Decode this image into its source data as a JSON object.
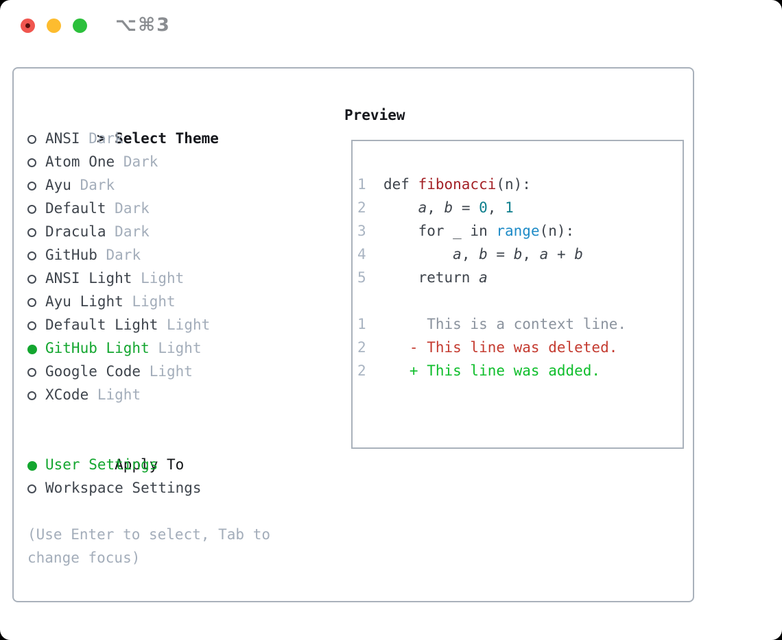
{
  "window": {
    "shortcut": "⌥⌘3",
    "traffic_lights": [
      {
        "name": "close",
        "color": "#f0564f"
      },
      {
        "name": "minimize",
        "color": "#fdbc2f"
      },
      {
        "name": "zoom",
        "color": "#2cc03c"
      }
    ]
  },
  "theme_picker": {
    "prompt_marker": ">",
    "prompt": "Select Theme",
    "items": [
      {
        "name": "ANSI",
        "tag": "Dark",
        "selected": false
      },
      {
        "name": "Atom One",
        "tag": "Dark",
        "selected": false
      },
      {
        "name": "Ayu",
        "tag": "Dark",
        "selected": false
      },
      {
        "name": "Default",
        "tag": "Dark",
        "selected": false
      },
      {
        "name": "Dracula",
        "tag": "Dark",
        "selected": false
      },
      {
        "name": "GitHub",
        "tag": "Dark",
        "selected": false
      },
      {
        "name": "ANSI Light",
        "tag": "Light",
        "selected": false
      },
      {
        "name": "Ayu Light",
        "tag": "Light",
        "selected": false
      },
      {
        "name": "Default Light",
        "tag": "Light",
        "selected": false
      },
      {
        "name": "GitHub Light",
        "tag": "Light",
        "selected": true
      },
      {
        "name": "Google Code",
        "tag": "Light",
        "selected": false
      },
      {
        "name": "XCode",
        "tag": "Light",
        "selected": false
      }
    ],
    "apply_to": {
      "label": "Apply To",
      "options": [
        {
          "name": "User Settings",
          "selected": true
        },
        {
          "name": "Workspace Settings",
          "selected": false
        }
      ]
    },
    "hint": "(Use Enter to select, Tab to change focus)"
  },
  "preview": {
    "label": "Preview",
    "code_lines": [
      {
        "num": "1",
        "tokens": [
          {
            "t": "def ",
            "c": "code"
          },
          {
            "t": "fibonacci",
            "c": "func"
          },
          {
            "t": "(n):",
            "c": "code"
          }
        ]
      },
      {
        "num": "2",
        "tokens": [
          {
            "t": "    ",
            "c": "code"
          },
          {
            "t": "a",
            "c": "var"
          },
          {
            "t": ", ",
            "c": "code"
          },
          {
            "t": "b",
            "c": "var"
          },
          {
            "t": " = ",
            "c": "code"
          },
          {
            "t": "0",
            "c": "num"
          },
          {
            "t": ", ",
            "c": "code"
          },
          {
            "t": "1",
            "c": "num"
          }
        ]
      },
      {
        "num": "3",
        "tokens": [
          {
            "t": "    for _ in ",
            "c": "code"
          },
          {
            "t": "range",
            "c": "builtin"
          },
          {
            "t": "(n):",
            "c": "code"
          }
        ]
      },
      {
        "num": "4",
        "tokens": [
          {
            "t": "        ",
            "c": "code"
          },
          {
            "t": "a",
            "c": "var"
          },
          {
            "t": ", ",
            "c": "code"
          },
          {
            "t": "b",
            "c": "var"
          },
          {
            "t": " = ",
            "c": "code"
          },
          {
            "t": "b",
            "c": "var"
          },
          {
            "t": ", ",
            "c": "code"
          },
          {
            "t": "a",
            "c": "var"
          },
          {
            "t": " + ",
            "c": "code"
          },
          {
            "t": "b",
            "c": "var"
          }
        ]
      },
      {
        "num": "5",
        "tokens": [
          {
            "t": "    return ",
            "c": "code"
          },
          {
            "t": "a",
            "c": "var"
          }
        ]
      }
    ],
    "diff_lines": [
      {
        "num": "1",
        "kind": "context",
        "text": "     This is a context line."
      },
      {
        "num": "2",
        "kind": "deleted",
        "text": "   - This line was deleted."
      },
      {
        "num": "2",
        "kind": "added",
        "text": "   + This line was added."
      }
    ]
  },
  "colors": {
    "accent_green": "#13a62f",
    "diff_added_green": "#0fbe2c",
    "diff_deleted_red": "#c43b30",
    "diff_context_gray": "#8b939e",
    "function_red": "#a32126",
    "number_teal": "#0d7e8c",
    "builtin_blue": "#1e8bc7",
    "text_dark": "#3e444c",
    "tag_gray": "#a3adba",
    "line_number_gray": "#a9b4c2",
    "panel_border": "#a9b1bb"
  }
}
